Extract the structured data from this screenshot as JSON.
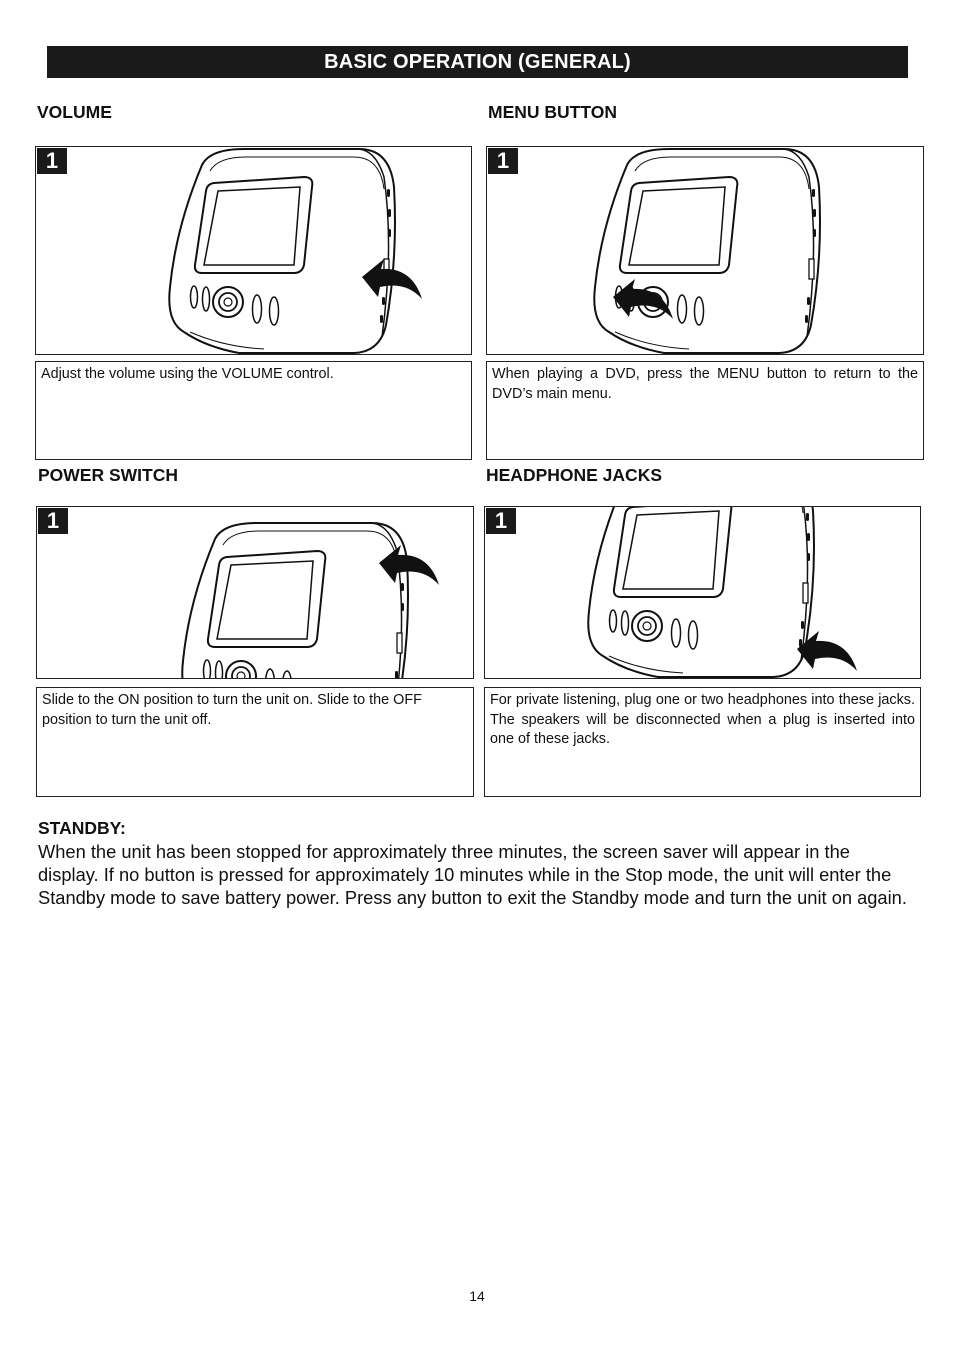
{
  "header": {
    "title": "BASIC OPERATION (GENERAL)"
  },
  "sections": {
    "volume": {
      "title": "VOLUME",
      "step": "1",
      "description": "Adjust the volume using the VOLUME control."
    },
    "menu": {
      "title": "MENU BUTTON",
      "step": "1",
      "description": "When playing a DVD, press the MENU button to return to the DVD’s main menu."
    },
    "power": {
      "title": "POWER SWITCH",
      "step": "1",
      "description": "Slide to the ON position to turn the unit on. Slide to the OFF position to turn the unit off."
    },
    "headphone": {
      "title": "HEADPHONE JACKS",
      "step": "1",
      "description": "For private listening, plug one or two headphones into these jacks. The speakers will be disconnected when a plug is inserted into one of these jacks."
    }
  },
  "standby": {
    "title": "STANDBY:",
    "text": "When the unit has been stopped for approximately three minutes, the screen saver will appear in the display. If no button is pressed for approximately 10 minutes while in the Stop mode, the unit will enter the Standby mode to save battery power. Press any button to exit the Standby mode and turn the unit on again."
  },
  "footer": {
    "page_number": "14"
  },
  "icons": {
    "device": "portable-dvd-player-illustration",
    "arrow": "curved-pointer-arrow-icon"
  },
  "colors": {
    "header_background": "#1a1a1a",
    "header_text": "#ffffff",
    "border": "#222222"
  }
}
